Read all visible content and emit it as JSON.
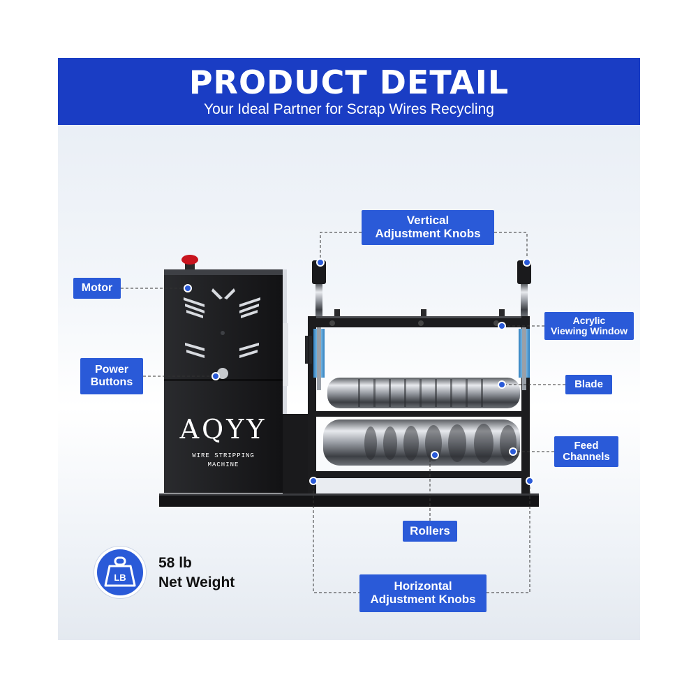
{
  "header": {
    "title": "PRODUCT DETAIL",
    "subtitle": "Your Ideal Partner for Scrap Wires Recycling"
  },
  "product": {
    "brand": "AQYY",
    "caption_line1": "WIRE STRIPPING",
    "caption_line2": "MACHINE"
  },
  "callouts": {
    "motor": "Motor",
    "power_buttons": "Power\nButtons",
    "vertical_knobs": "Vertical\nAdjustment Knobs",
    "acrylic_window": "Acrylic\nViewing Window",
    "blade": "Blade",
    "feed_channels": "Feed\nChannels",
    "rollers": "Rollers",
    "horizontal_knobs": "Horizontal\nAdjustment Knobs"
  },
  "weight": {
    "icon_text": "LB",
    "value": "58 lb",
    "label": "Net Weight"
  },
  "colors": {
    "header_blue": "#1a3dc4",
    "label_blue": "#2a5ad8",
    "machine_black": "#1c1c1e",
    "emergency_red": "#c8141e",
    "spring_blue": "#4aa8e0"
  },
  "icons": {
    "weight": "weight-icon"
  }
}
